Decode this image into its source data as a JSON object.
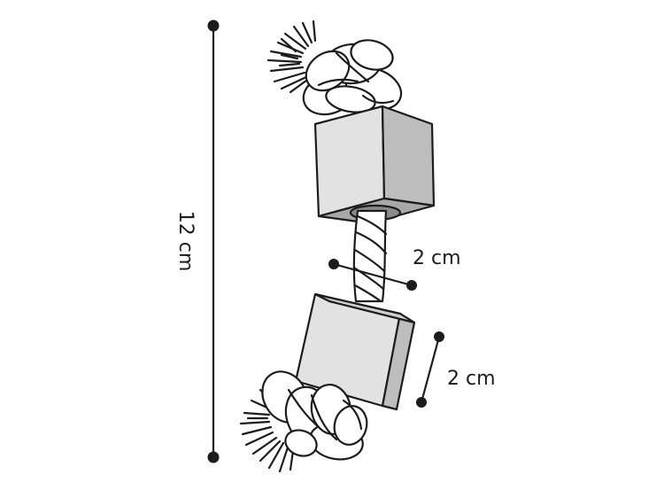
{
  "dimensions": {
    "total_length": "12 cm",
    "rope_diameter": "2 cm",
    "cube_side": "2 cm"
  },
  "colors": {
    "ink": "#1c1c1c",
    "cube_front": "#e2e2e2",
    "cube_side": "#bdbdbd",
    "cube_top": "#d0d0d0",
    "rope": "#ffffff"
  }
}
